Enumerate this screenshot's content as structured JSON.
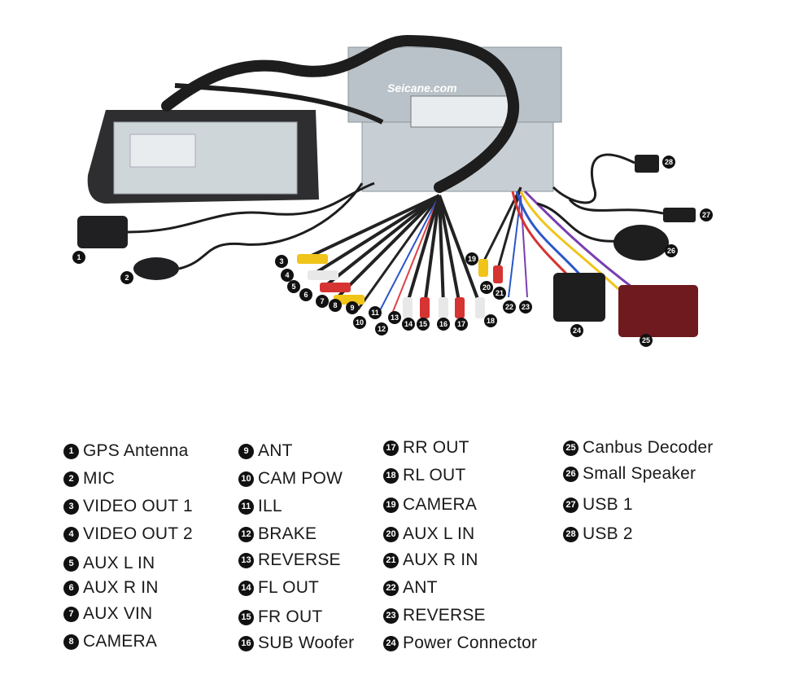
{
  "brand": "Seicane.com",
  "legend": {
    "columns": [
      [
        {
          "n": "1",
          "label": "GPS Antenna"
        },
        {
          "n": "2",
          "label": "MIC"
        },
        {
          "n": "3",
          "label": "VIDEO OUT 1"
        },
        {
          "n": "4",
          "label": "VIDEO OUT 2"
        },
        {
          "n": "5",
          "label": "AUX L IN"
        },
        {
          "n": "6",
          "label": "AUX R IN"
        },
        {
          "n": "7",
          "label": "AUX VIN"
        },
        {
          "n": "8",
          "label": "CAMERA"
        }
      ],
      [
        {
          "n": "9",
          "label": "ANT"
        },
        {
          "n": "10",
          "label": "CAM POW"
        },
        {
          "n": "11",
          "label": "ILL"
        },
        {
          "n": "12",
          "label": "BRAKE"
        },
        {
          "n": "13",
          "label": "REVERSE"
        },
        {
          "n": "14",
          "label": "FL OUT"
        },
        {
          "n": "15",
          "label": "FR OUT"
        },
        {
          "n": "16",
          "label": "SUB Woofer"
        }
      ],
      [
        {
          "n": "17",
          "label": "RR OUT"
        },
        {
          "n": "18",
          "label": "RL OUT"
        },
        {
          "n": "19",
          "label": "CAMERA"
        },
        {
          "n": "20",
          "label": "AUX L IN"
        },
        {
          "n": "21",
          "label": "AUX R IN"
        },
        {
          "n": "22",
          "label": "ANT"
        },
        {
          "n": "23",
          "label": "REVERSE"
        },
        {
          "n": "24",
          "label": "Power Connector"
        }
      ],
      [
        {
          "n": "25",
          "label": "Canbus Decoder"
        },
        {
          "n": "26",
          "label": "Small Speaker"
        },
        {
          "n": "27",
          "label": "USB 1"
        },
        {
          "n": "28",
          "label": "USB 2"
        }
      ]
    ]
  },
  "callouts": [
    "1",
    "2",
    "3",
    "4",
    "5",
    "6",
    "7",
    "8",
    "9",
    "10",
    "11",
    "12",
    "13",
    "14",
    "15",
    "16",
    "17",
    "18",
    "19",
    "20",
    "21",
    "22",
    "23",
    "24",
    "25",
    "26",
    "27",
    "28"
  ]
}
